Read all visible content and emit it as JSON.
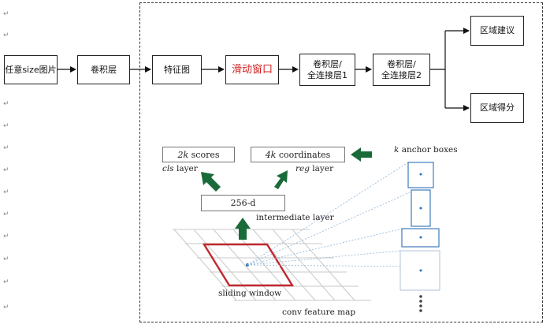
{
  "flow": {
    "input": "任意size图片",
    "conv": "卷积层",
    "feature_map": "特征图",
    "sliding_window": "滑动窗口",
    "conv_fc1_line1": "卷积层/",
    "conv_fc1_line2": "全连接层1",
    "conv_fc2_line1": "卷积层/",
    "conv_fc2_line2": "全连接层2",
    "region_proposal": "区域建议",
    "region_score": "区域得分"
  },
  "figure": {
    "scores_k": "2k",
    "scores_rest": " scores",
    "coords_k": "4k",
    "coords_rest": " coordinates",
    "cls_italic": "cls",
    "cls_rest": " layer",
    "reg_italic": "reg",
    "reg_rest": " layer",
    "anchor_k": "k",
    "anchor_rest": " anchor boxes",
    "intermediate_box": "256-d",
    "intermediate_label": "intermediate layer",
    "sliding_label": "sliding window",
    "feature_label": "conv feature map"
  },
  "colors": {
    "arrow_green": "#1a6b3a",
    "window_red": "#c0282e",
    "anchor_blue": "#2e6fb5",
    "text_red": "#d31f1f"
  },
  "icons": {
    "paragraph_mark": "↵"
  }
}
